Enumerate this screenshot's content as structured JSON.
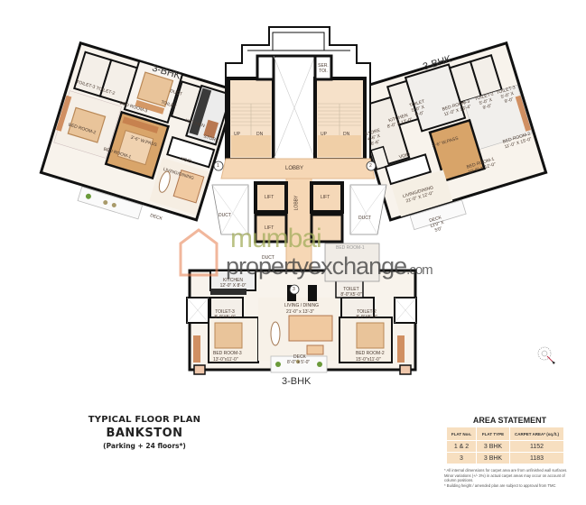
{
  "plan": {
    "title": "TYPICAL FLOOR PLAN",
    "project": "BANKSTON",
    "subtitle": "(Parking + 24 floors*)",
    "flat_labels": {
      "flat1": "3-BHK",
      "flat2": "3-BHK",
      "flat3": "3-BHK"
    },
    "flat_numbers": {
      "n1": "1",
      "n2": "2",
      "n3": "3"
    },
    "core": {
      "lobby": "LOBBY",
      "lobby_vertical": "LOBBY",
      "lift": "LIFT",
      "duct": "DUCT",
      "up": "UP",
      "dn": "DN",
      "ser_toi": "SER. TOI."
    },
    "flat1_rooms": {
      "toilet3": "TOILET-3",
      "toilet2": "TOILET-2",
      "bedroom3": "BED ROOM-3",
      "toilet": "TOILET",
      "duct": "DUCT",
      "kitchen": "KITCHEN",
      "store": "STORE",
      "bedroom2": "BED ROOM-2",
      "pass": "3'-6\" W.PASS",
      "bedroom1": "BED ROOM-1",
      "void": "VOID",
      "living": "LIVING/DINING",
      "deck": "DECK",
      "duct2": "DUCT"
    },
    "flat2_rooms": {
      "toilet": "TOILET 5'-0\" X 9'-0\"",
      "bedroom3": "BED ROOM-3 11'-0\" X 13'-4\"",
      "toilet2": "TOILET-2 5'-0\" X 9'-0\"",
      "toilet3": "TOILET-3 5'-0\" X 9'-0\"",
      "kitchen": "KITCHEN 8'-0\" X 12'-0\"",
      "store": "STORE 4'-6\" X 6'-6\"",
      "pass": "3'-6\" W.PASS",
      "bedroom2": "BED ROOM-2 11'-0\" X 15'-0\"",
      "void": "VOID",
      "bedroom1": "BED ROOM-1 10'-6\" X 12'-0\"",
      "living": "LIVING/DINING 21'-0\" X 12'-0\"",
      "deck": "DECK 12'0\" X 5'0\"",
      "duct": "DUCT"
    },
    "flat3_rooms": {
      "kitchen": "KITCHEN 12'-0\" X 8'-0\"",
      "duct": "DUCT",
      "living": "LIVING / DINING",
      "living_dim": "21'-0\" x 13'-3\"",
      "toilet3": "TOILET-3 8'-0\"X5'-0\"",
      "toilet1": "TOILET 8'-0\"X5'-0\"",
      "toilet2": "TOILET-2 8'-0\"X5'-0\"",
      "bedroom3": "BED ROOM-3",
      "bedroom3_dim": "13'-0\"x11'-0\"",
      "deck": "DECK",
      "deck_dim": "8'-0\" x 5'-0\"",
      "bedroom2": "BED ROOM-2",
      "bedroom2_dim": "15'-0\"x11'-0\"",
      "bedroom1": "BED ROOM-1"
    },
    "watermark": {
      "line1": "mumbai",
      "line2": "propertyexchange",
      "suffix": ".com"
    }
  },
  "area_statement": {
    "title": "AREA STATEMENT",
    "headers": [
      "FLAT Nos.",
      "FLAT TYPE",
      "CARPET AREA* (sq.ft.)"
    ],
    "rows": [
      [
        "1 & 2",
        "3 BHK",
        "1152"
      ],
      [
        "3",
        "3 BHK",
        "1183"
      ]
    ],
    "notes": [
      "* All internal dimensions for carpet area are from unfinished wall surfaces. Minor variations (+/- 3%) in actual carpet areas may occur on account of column positions.",
      "* Building height / amended plan are subject to approval from TMC"
    ]
  },
  "colors": {
    "wall": "#111111",
    "lobby": "#f6d7b5",
    "wood": "#d9a56a",
    "floor": "#f7f1e8",
    "column": "#efc7ab"
  }
}
